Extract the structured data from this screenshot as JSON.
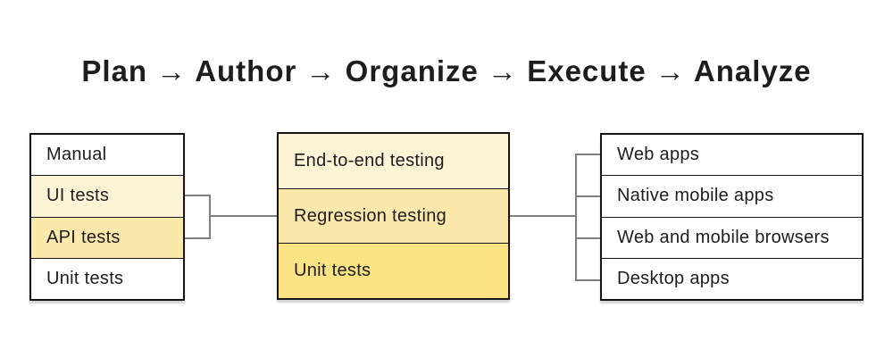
{
  "title": "Plan → Author → Organize → Execute → Analyze",
  "colors": {
    "background": "#ffffff",
    "box_border": "#141414",
    "text": "#1d1d1d",
    "connector": "#7f7f7f",
    "fill_white": "#ffffff",
    "fill_yellow_light": "#fcf4d5",
    "fill_yellow_medium": "#fae9ab",
    "fill_yellow_dark": "#fbe283"
  },
  "boxes": {
    "test_types": {
      "rows": [
        {
          "label": "Manual",
          "fill": "#ffffff"
        },
        {
          "label": "UI tests",
          "fill": "#fcf4d5"
        },
        {
          "label": "API tests",
          "fill": "#fae9ab"
        },
        {
          "label": "Unit tests",
          "fill": "#ffffff"
        }
      ]
    },
    "testing_scopes": {
      "rows": [
        {
          "label": "End-to-end testing",
          "fill": "#fcf4d5"
        },
        {
          "label": "Regression testing",
          "fill": "#fae9ab"
        },
        {
          "label": "Unit tests",
          "fill": "#fbe283"
        }
      ]
    },
    "platforms": {
      "rows": [
        {
          "label": "Web apps",
          "fill": "#ffffff"
        },
        {
          "label": "Native mobile apps",
          "fill": "#ffffff"
        },
        {
          "label": "Web and mobile browsers",
          "fill": "#ffffff"
        },
        {
          "label": "Desktop apps",
          "fill": "#ffffff"
        }
      ]
    }
  }
}
